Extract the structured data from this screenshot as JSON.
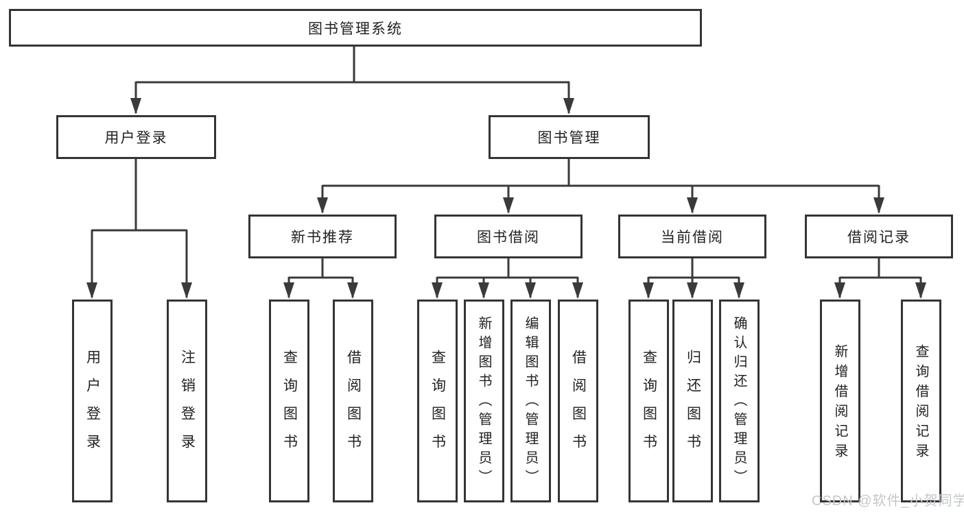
{
  "colors": {
    "line": "#3a3a3a",
    "border": "#343434",
    "text": "#222222",
    "watermark": "#c3c7cb",
    "background": "#ffffff"
  },
  "diagram": {
    "root": {
      "label": "图书管理系统"
    },
    "branches": [
      {
        "label": "用户登录",
        "leaves": [
          {
            "label": "用户登录"
          },
          {
            "label": "注销登录"
          }
        ]
      },
      {
        "label": "图书管理",
        "sections": [
          {
            "label": "新书推荐",
            "leaves": [
              {
                "label": "查询图书"
              },
              {
                "label": "借阅图书"
              }
            ]
          },
          {
            "label": "图书借阅",
            "leaves": [
              {
                "label": "查询图书"
              },
              {
                "label": "新增图书（管理员）"
              },
              {
                "label": "编辑图书（管理员）"
              },
              {
                "label": "借阅图书"
              }
            ]
          },
          {
            "label": "当前借阅",
            "leaves": [
              {
                "label": "查询图书"
              },
              {
                "label": "归还图书"
              },
              {
                "label": "确认归还（管理员）"
              }
            ]
          },
          {
            "label": "借阅记录",
            "leaves": [
              {
                "label": "新增借阅记录"
              },
              {
                "label": "查询借阅记录"
              }
            ]
          }
        ]
      }
    ]
  },
  "watermark": {
    "text": "CSDN @软件_小贺同学"
  }
}
